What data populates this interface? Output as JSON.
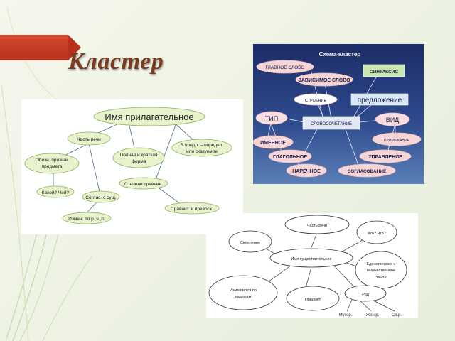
{
  "slide": {
    "title": "Кластер"
  },
  "diagram1": {
    "root": "Имя прилагательное",
    "nodes": {
      "chast_rechi": "Часть речи",
      "oboz_line1": "Обозн. признак",
      "oboz_line2": "предмета",
      "kakoy": "Какой? Чей?",
      "soglas": "Соглас. с сущ.",
      "izmen": "Измен. по р.,ч.,п.",
      "polnaya_line1": "Полная и краткая",
      "polnaya_line2": "форма",
      "stepeni": "Степени сравнен.",
      "vpredl_line1": "В предл. – определ.",
      "vpredl_line2": "или сказуемое",
      "sravnit": "Сравнит. и превосх."
    }
  },
  "diagram2": {
    "title": "Схема-кластер",
    "nodes": {
      "glavnoe": "ГЛАВНОЕ СЛОВО",
      "zavisimoe": "ЗАВИСИМОЕ СЛОВО",
      "sintaksis": "СИНТАКСИС",
      "stroenie": "СТРОЕНИЕ",
      "predlozhenie": "предложение",
      "tip": "ТИП",
      "slovosochetanie": "СЛОВОСОЧЕТАНИЕ",
      "vid": "ВИД",
      "imennoe": "ИМЕННОЕ",
      "glagolnoe": "ГЛАГОЛЬНОЕ",
      "narechnoe": "НАРЕЧНОЕ",
      "primykanie": "ПРИМЫКАНИЕ",
      "upravlenie": "УПРАВЛЕНИЕ",
      "soglasovanie": "СОГЛАСОВАНИЕ"
    }
  },
  "diagram3": {
    "center": "Имя существительное",
    "nodes": {
      "chast_rechi": "Часть речи",
      "kto_chto": "Кто? Что?",
      "sklonenie": "Склонение",
      "edin_line1": "Единственное и",
      "edin_line2": "множественное",
      "edin_line3": "число",
      "izmen_line1": "Изменяется по",
      "izmen_line2": "падежам",
      "predmet": "Предмет",
      "rod": "Род",
      "muzh": "Муж.р.",
      "zhen": "Жен.р.",
      "sr": "Ср.р."
    }
  }
}
